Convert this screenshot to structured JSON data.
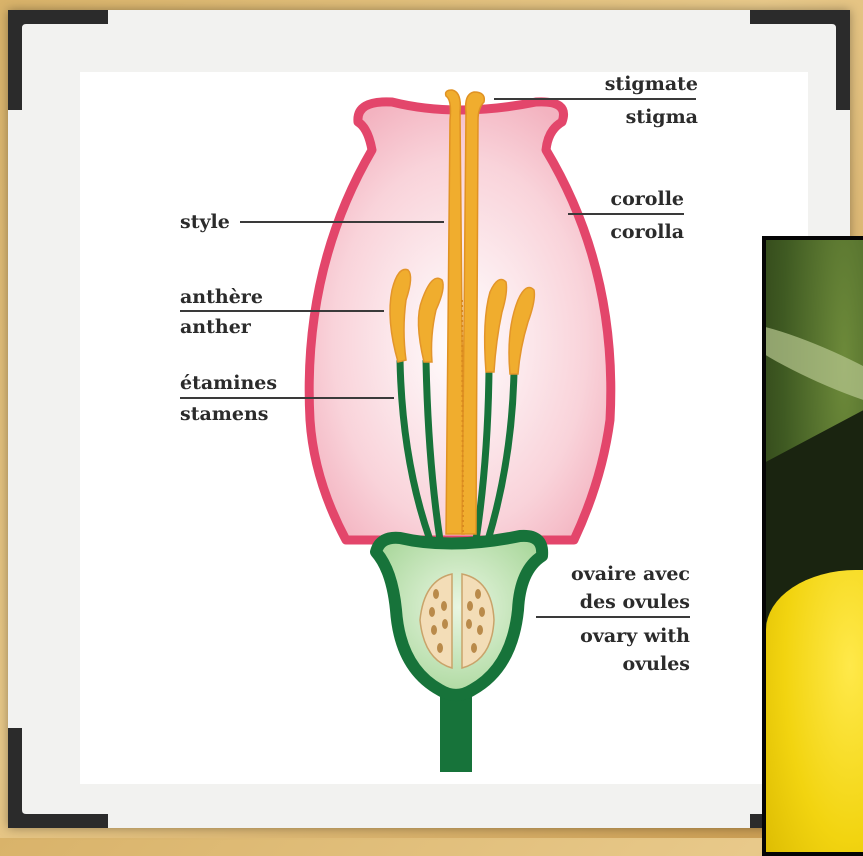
{
  "diagram": {
    "labels": {
      "stigmate": "stigmate",
      "stigma": "stigma",
      "corolle": "corolle",
      "corolla": "corolla",
      "style": "style",
      "anthere": "anthère",
      "anther": "anther",
      "etamines": "étamines",
      "stamens": "stamens",
      "ovaire_line1": "ovaire avec",
      "ovaire_line2": "des ovules",
      "ovary_line1": "ovary with",
      "ovary_line2": "ovules"
    }
  },
  "colors": {
    "petal_outline": "#e3466b",
    "petal_fill": "#f7c6cf",
    "style_orange": "#f0ad2e",
    "stem_green": "#17733a",
    "ovary_fill": "#a9d79b",
    "frame_wood": "#d9b36a",
    "photo_yellow": "#f2d410"
  }
}
